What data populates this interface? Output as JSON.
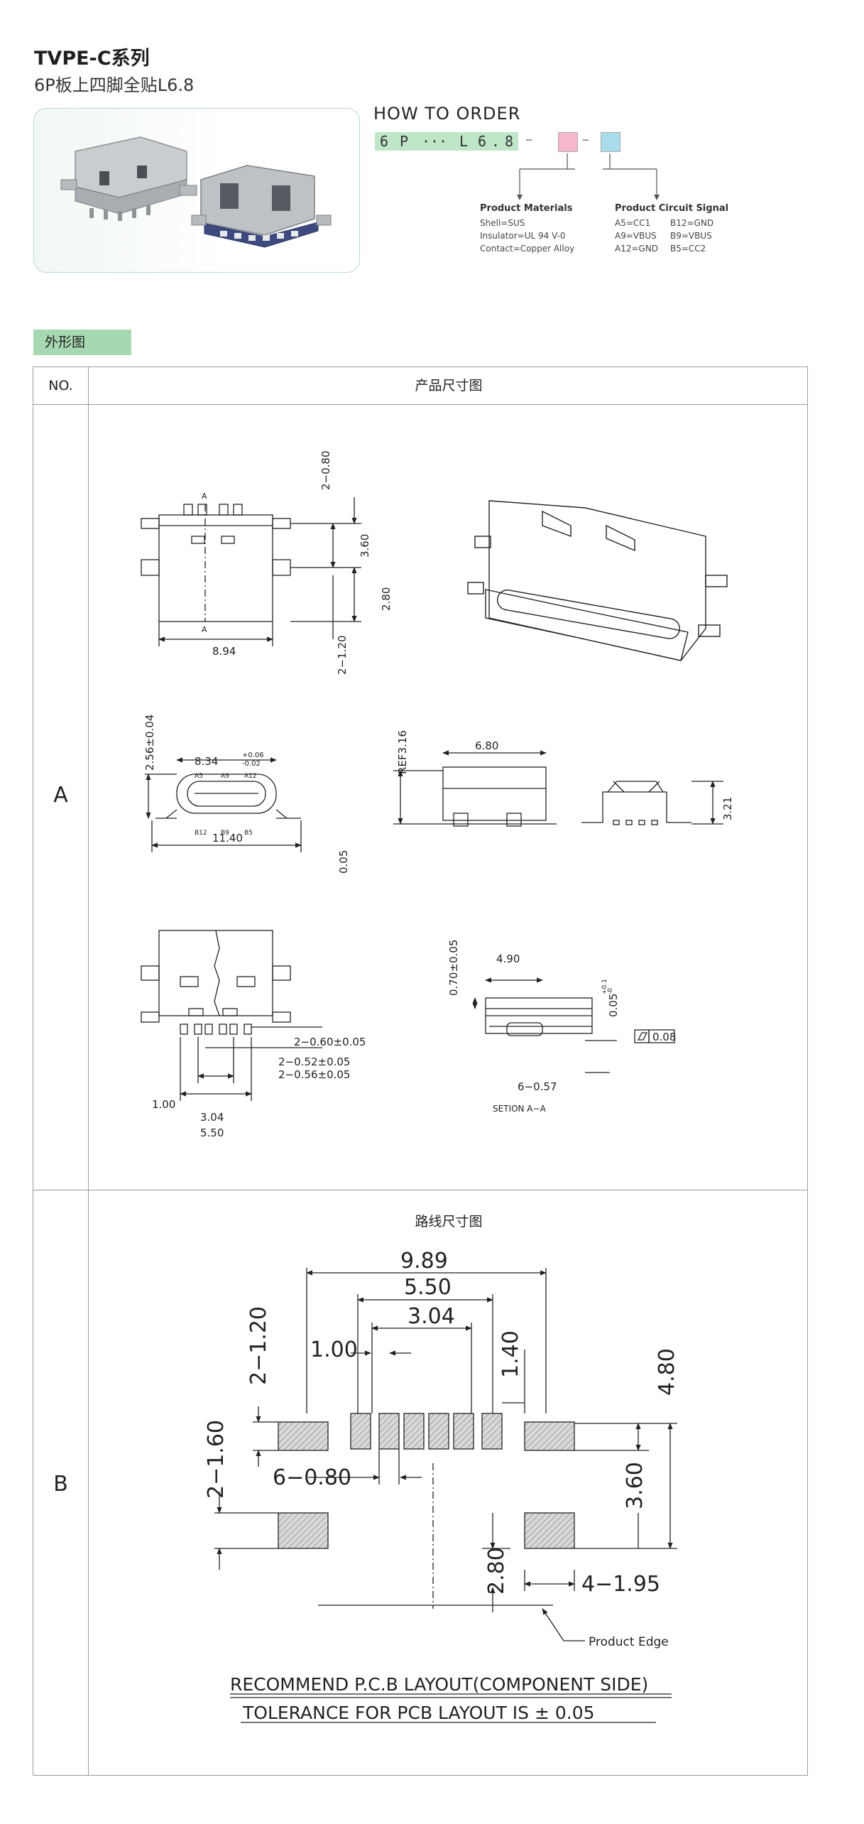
{
  "header": {
    "title": "TVPE-C系列",
    "subtitle": "6P板上四脚全贴L6.8"
  },
  "order": {
    "heading": "HOW TO ORDER",
    "code_parts": [
      "6",
      "P",
      "···",
      "L",
      "6",
      ".",
      "8"
    ],
    "dash": "–",
    "swatch_colors": [
      "#f5b8cf",
      "#a9dcea"
    ],
    "materials": {
      "heading": "Product Materials",
      "items": [
        "Shell=SUS",
        "Insulator=UL 94 V-0",
        "Contact=Copper Alloy"
      ]
    },
    "circuit": {
      "heading": "Product Circuit Signal",
      "col1": [
        "A5=CC1",
        "A9=VBUS",
        "A12=GND"
      ],
      "col2": [
        "B12=GND",
        "B9=VBUS",
        "B5=CC2"
      ]
    }
  },
  "section": {
    "tag": "外形图"
  },
  "table": {
    "col_no": "NO.",
    "col_dim": "产品尺寸图",
    "row_a": "A",
    "row_b": "B",
    "row_b_heading": "路线尺寸图"
  },
  "drawing_a": {
    "top_view": {
      "d1": "2−0.80",
      "d2": "3.60",
      "d3": "2.80",
      "d4": "2−1.20",
      "w": "8.94",
      "mark": "A"
    },
    "front_view": {
      "h": "2.56±0.04",
      "w": "8.34",
      "tol_up": "+0.06",
      "tol_dn": "-0.02",
      "pins_top": [
        "A5",
        "A9",
        "A12"
      ],
      "pins_bottom": [
        "B12",
        "B9",
        "B5"
      ],
      "overall": "11.40",
      "thk": "0.05"
    },
    "side_view": {
      "ref": "REF3.16",
      "w": "6.80"
    },
    "right_view": {
      "h": "3.21"
    },
    "bottom_view": {
      "pitch": "2−0.60±0.05",
      "p1": "2−0.52±0.05",
      "p2": "2−0.56±0.05",
      "d1": "1.00",
      "d2": "3.04",
      "d3": "5.50"
    },
    "section": {
      "h": "0.70±0.05",
      "w": "4.90",
      "t": "0.05",
      "t_tol_up": "+0.1",
      "t_tol_dn": "-0",
      "flat": "0.08",
      "pins": "6−0.57",
      "label": "SETION  A−A"
    }
  },
  "drawing_b": {
    "overall": "9.89",
    "d550": "5.50",
    "d304": "3.04",
    "d100": "1.00",
    "d140": "1.40",
    "d480": "4.80",
    "d120": "2−1.20",
    "d160": "2−1.60",
    "d080": "6−0.80",
    "d360": "3.60",
    "d280": "2.80",
    "d195": "4−1.95",
    "edge": "Product Edge",
    "note1": "RECOMMEND P.C.B LAYOUT(COMPONENT SIDE)",
    "note2": "TOLERANCE FOR PCB LAYOUT IS ± 0.05"
  }
}
